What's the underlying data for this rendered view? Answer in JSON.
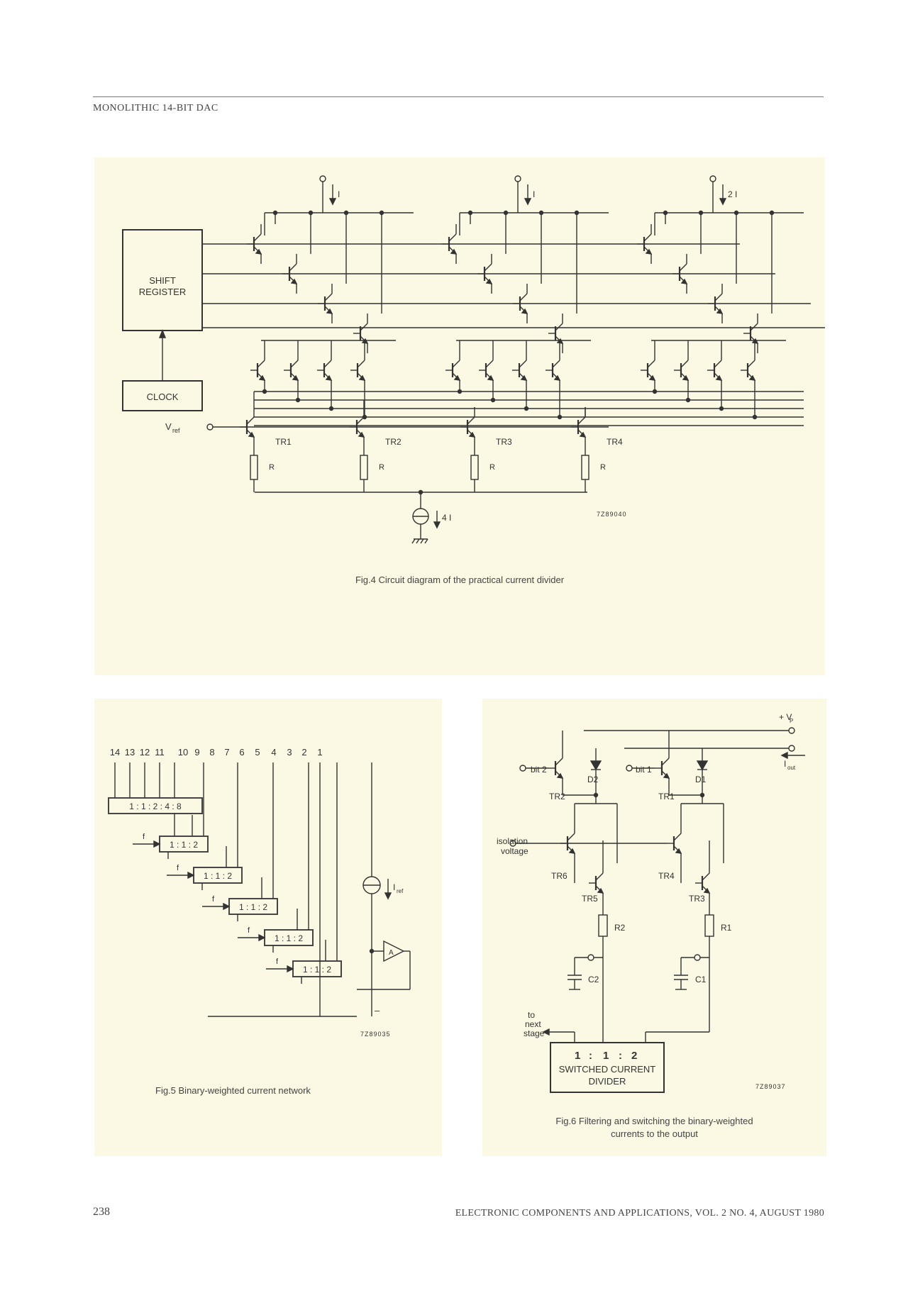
{
  "header": {
    "running_head": "MONOLITHIC 14-BIT DAC"
  },
  "fig4": {
    "shift_register": [
      "SHIFT",
      "REGISTER"
    ],
    "clock": "CLOCK",
    "vref": "V",
    "vref_sub": "ref",
    "currents": [
      "I",
      "I",
      "2 I"
    ],
    "transistors": [
      "TR1",
      "TR2",
      "TR3",
      "TR4"
    ],
    "resistor": "R",
    "source_current": "4 I",
    "code": "7Z89040",
    "caption": "Fig.4  Circuit diagram of the practical current divider"
  },
  "fig5": {
    "bit_labels": [
      "14",
      "13",
      "12",
      "11",
      "10",
      "9",
      "8",
      "7",
      "6",
      "5",
      "4",
      "3",
      "2",
      "1"
    ],
    "first_divider": "1 : 1 : 2 : 4 : 8",
    "divider": "1 : 1 : 2",
    "clock_label": "f",
    "iref": "I",
    "iref_sub": "ref",
    "amp": "A",
    "minus": "–",
    "code": "7Z89035",
    "caption": "Fig.5  Binary-weighted current network"
  },
  "fig6": {
    "vp": "+ V",
    "vp_sub": "P",
    "iout": "I",
    "iout_sub": "out",
    "bit2": "bit 2",
    "bit1": "bit 1",
    "d2": "D2",
    "d1": "D1",
    "tr2": "TR2",
    "tr1": "TR1",
    "isolation": [
      "isolation",
      "voltage"
    ],
    "tr6": "TR6",
    "tr4": "TR4",
    "tr5": "TR5",
    "tr3": "TR3",
    "r2": "R2",
    "r1": "R1",
    "c2": "C2",
    "c1": "C1",
    "to_next": [
      "to",
      "next",
      "stage"
    ],
    "ratio": [
      "1",
      ":",
      "1",
      ":",
      "2"
    ],
    "divider_lines": [
      "SWITCHED CURRENT",
      "DIVIDER"
    ],
    "code": "7Z89037",
    "caption": [
      "Fig.6  Filtering and switching the binary-weighted",
      "currents to the output"
    ]
  },
  "footer": {
    "page_number": "238",
    "journal": "ELECTRONIC COMPONENTS AND APPLICATIONS, VOL. 2 NO. 4, AUGUST 1980"
  }
}
